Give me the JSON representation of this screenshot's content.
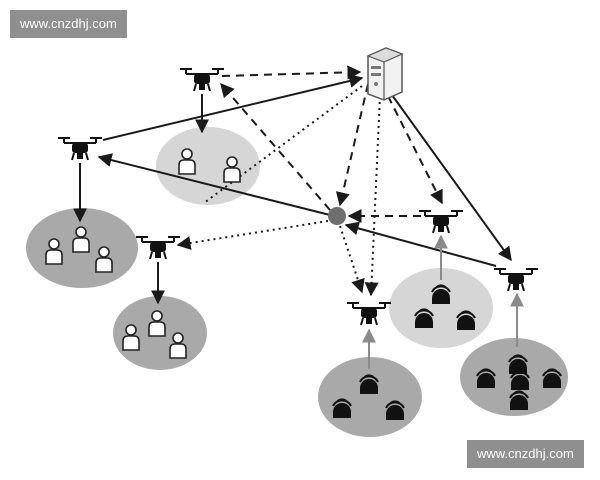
{
  "watermark": {
    "top": "www.cnzdhj.com",
    "bottom": "www.cnzdhj.com"
  },
  "colors": {
    "background": "#ffffff",
    "line": "#1a1a1a",
    "zone_light": "#d6d6d6",
    "zone_dark": "#a9a9a9",
    "hub": "#6e6e6e",
    "watermark_bg": "#8f8f8f"
  },
  "nodes": {
    "server": {
      "icon": "server-icon"
    },
    "hub": {
      "icon": "relay-dot"
    },
    "drones": [
      {
        "id": "drone-top",
        "icon": "drone-icon"
      },
      {
        "id": "drone-left",
        "icon": "drone-icon"
      },
      {
        "id": "drone-middle-left",
        "icon": "drone-icon"
      },
      {
        "id": "drone-right-upper",
        "icon": "drone-icon"
      },
      {
        "id": "drone-right-lower",
        "icon": "drone-icon"
      },
      {
        "id": "drone-bottom-center",
        "icon": "drone-icon"
      }
    ],
    "user_groups": [
      {
        "id": "users-top",
        "icon": "person-icon",
        "count": 2
      },
      {
        "id": "users-left",
        "icon": "person-icon",
        "count": 3
      },
      {
        "id": "users-middle-left",
        "icon": "person-icon",
        "count": 3
      }
    ],
    "sensor_groups": [
      {
        "id": "sensors-center-right",
        "icon": "sensor-icon",
        "count": 3
      },
      {
        "id": "sensors-bottom-center",
        "icon": "sensor-icon",
        "count": 3
      },
      {
        "id": "sensors-bottom-right",
        "icon": "sensor-icon",
        "count": 5
      }
    ]
  },
  "links": [
    {
      "from": "drone-left",
      "to": "server",
      "style": "solid"
    },
    {
      "from": "hub",
      "to": "drone-left",
      "style": "solid"
    },
    {
      "from": "drone-right-lower",
      "to": "hub",
      "style": "solid"
    },
    {
      "from": "server",
      "to": "drone-right-lower",
      "style": "solid"
    },
    {
      "from": "drone-top",
      "to": "server",
      "style": "dashed"
    },
    {
      "from": "hub",
      "to": "drone-top",
      "style": "dashed"
    },
    {
      "from": "drone-right-upper",
      "to": "hub",
      "style": "dashed"
    },
    {
      "from": "server",
      "to": "drone-right-upper",
      "style": "dashed"
    },
    {
      "from": "server",
      "to": "hub",
      "style": "dashed"
    },
    {
      "from": "server",
      "to": "users-top",
      "style": "dotted"
    },
    {
      "from": "hub",
      "to": "drone-middle-left",
      "style": "dotted"
    },
    {
      "from": "hub",
      "to": "drone-bottom-center",
      "style": "dotted"
    },
    {
      "from": "server",
      "to": "drone-bottom-center",
      "style": "dotted"
    },
    {
      "from": "drone-top",
      "to": "users-top",
      "style": "solid"
    },
    {
      "from": "drone-left",
      "to": "users-left",
      "style": "solid"
    },
    {
      "from": "drone-middle-left",
      "to": "users-middle-left",
      "style": "solid"
    },
    {
      "from": "sensors-center-right",
      "to": "drone-right-upper",
      "style": "grey"
    },
    {
      "from": "sensors-bottom-center",
      "to": "drone-bottom-center",
      "style": "grey"
    },
    {
      "from": "sensors-bottom-right",
      "to": "drone-right-lower",
      "style": "grey"
    }
  ]
}
